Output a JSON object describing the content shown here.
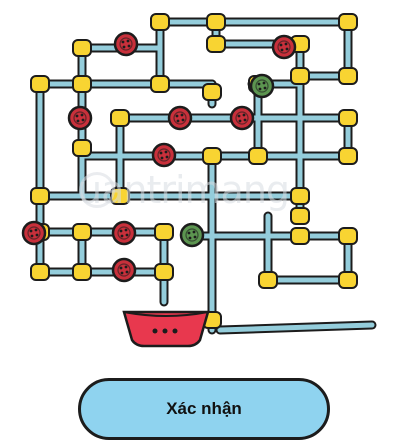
{
  "watermark": "uantrimang",
  "confirm_button": {
    "label": "Xác nhận"
  },
  "colors": {
    "pipe": "#94cddb",
    "joint": "#f8d432",
    "valve_closed": "#c8303b",
    "valve_open": "#5c9550",
    "bowl": "#e8384e",
    "button_bg": "#8fd3ef",
    "outline": "#1c1c1c"
  },
  "valves": [
    {
      "name": "valve-top-left",
      "state": "closed",
      "icon": "red-valve"
    },
    {
      "name": "valve-top-right",
      "state": "closed",
      "icon": "red-valve"
    },
    {
      "name": "valve-upper-green",
      "state": "open",
      "icon": "green-valve"
    },
    {
      "name": "valve-left-1",
      "state": "closed",
      "icon": "red-valve"
    },
    {
      "name": "valve-center-1",
      "state": "closed",
      "icon": "red-valve"
    },
    {
      "name": "valve-center-2",
      "state": "closed",
      "icon": "red-valve"
    },
    {
      "name": "valve-center-3",
      "state": "closed",
      "icon": "red-valve"
    },
    {
      "name": "valve-left-2",
      "state": "closed",
      "icon": "red-valve"
    },
    {
      "name": "valve-bottom-1",
      "state": "closed",
      "icon": "red-valve"
    },
    {
      "name": "valve-lower-green",
      "state": "open",
      "icon": "green-valve"
    },
    {
      "name": "valve-bottom-2",
      "state": "closed",
      "icon": "red-valve"
    }
  ]
}
